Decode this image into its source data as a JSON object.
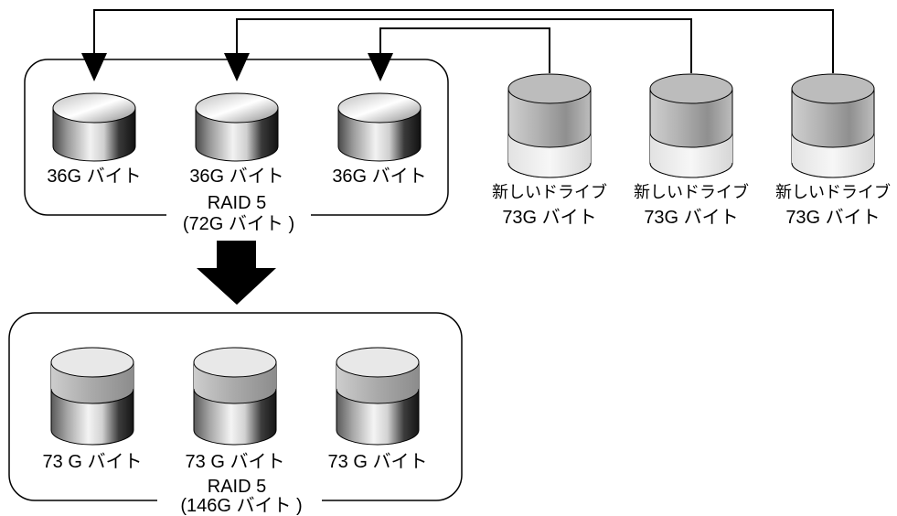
{
  "top_group": {
    "drives": [
      {
        "label": "36G バイト"
      },
      {
        "label": "36G バイト"
      },
      {
        "label": "36G バイト"
      }
    ],
    "raid_label": "RAID 5",
    "capacity_label": "(72G バイト )"
  },
  "new_drives": [
    {
      "name": "新しいドライブ",
      "size": "73G バイト"
    },
    {
      "name": "新しいドライブ",
      "size": "73G バイト"
    },
    {
      "name": "新しいドライブ",
      "size": "73G バイト"
    }
  ],
  "bottom_group": {
    "drives": [
      {
        "label": "73 G バイト"
      },
      {
        "label": "73 G バイト"
      },
      {
        "label": "73 G バイト"
      }
    ],
    "raid_label": "RAID 5",
    "capacity_label": "(146G バイト )"
  }
}
